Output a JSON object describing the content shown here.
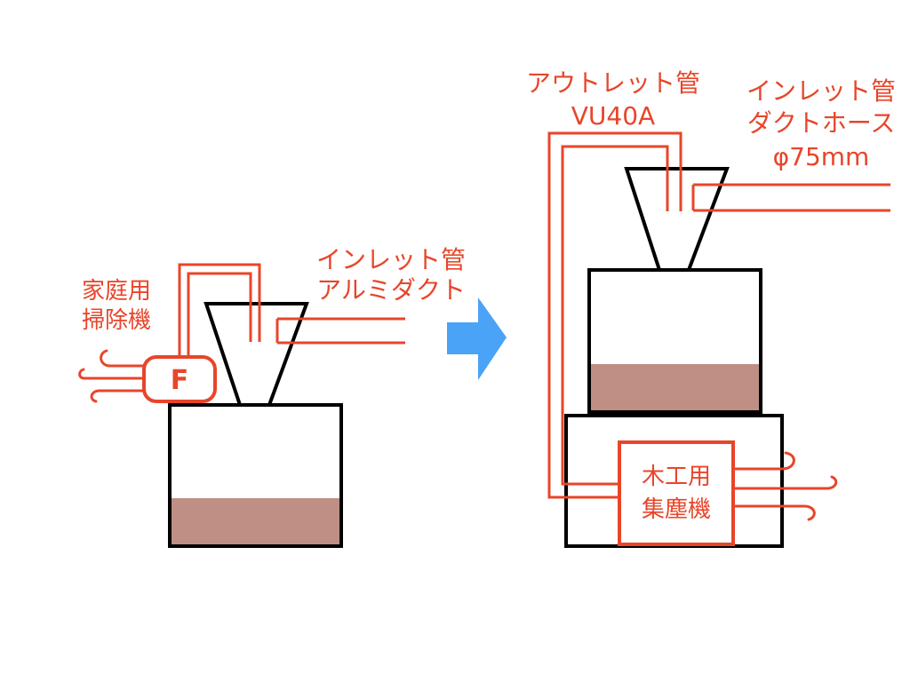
{
  "colors": {
    "pipe": "#e8452a",
    "outline": "#000000",
    "dust": "#bf8f86",
    "arrow": "#4aa3f7",
    "background": "#ffffff"
  },
  "left_setup": {
    "vacuum_label_line1": "家庭用",
    "vacuum_label_line2": "掃除機",
    "fan_letter": "F",
    "inlet_label_line1": "インレット管",
    "inlet_label_line2": "アルミダクト"
  },
  "right_setup": {
    "outlet_label_line1": "アウトレット管",
    "outlet_label_line2": "VU40A",
    "inlet_label_line1": "インレット管",
    "inlet_label_line2": "ダクトホース",
    "inlet_label_line3": "φ75mm",
    "collector_label_line1": "木工用",
    "collector_label_line2": "集塵機"
  },
  "transition_arrow": "arrow-right-icon"
}
